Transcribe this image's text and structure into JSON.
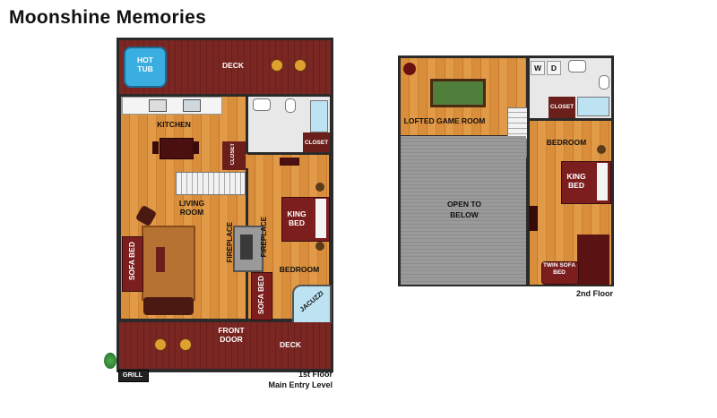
{
  "title": "Moonshine Memories",
  "floor1": {
    "rooms": {
      "hot_tub": "HOT TUB",
      "deck_top": "DECK",
      "kitchen": "KITCHEN",
      "closet_bath": "CLOSET",
      "closet_kitchen": "CLOSET",
      "living_room": "LIVING ROOM",
      "fireplace_left": "FIREPLACE",
      "fireplace_right": "FIREPLACE",
      "king_bed": "KING BED",
      "bedroom": "BEDROOM",
      "sofa_bed_left": "SOFA BED",
      "sofa_bed_right": "SOFA BED",
      "jacuzzi": "JACUZZI",
      "front_door": "FRONT DOOR",
      "deck_bottom": "DECK",
      "grill": "GRILL"
    },
    "caption_line1": "1st Floor",
    "caption_line2": "Main Entry Level"
  },
  "floor2": {
    "rooms": {
      "game_room": "LOFTED GAME ROOM",
      "washer": "W",
      "dryer": "D",
      "closet": "CLOSET",
      "bedroom": "BEDROOM",
      "king_bed": "KING BED",
      "open_below": "OPEN TO BELOW",
      "twin_sofa_bed": "TWIN SOFA BED"
    },
    "caption": "2nd Floor"
  },
  "colors": {
    "deck": "#7a2622",
    "wood_floor": "#d98e3c",
    "open_area": "#9a9a9a",
    "hot_tub": "#3aaee0",
    "bed": "#7c1e1e"
  }
}
